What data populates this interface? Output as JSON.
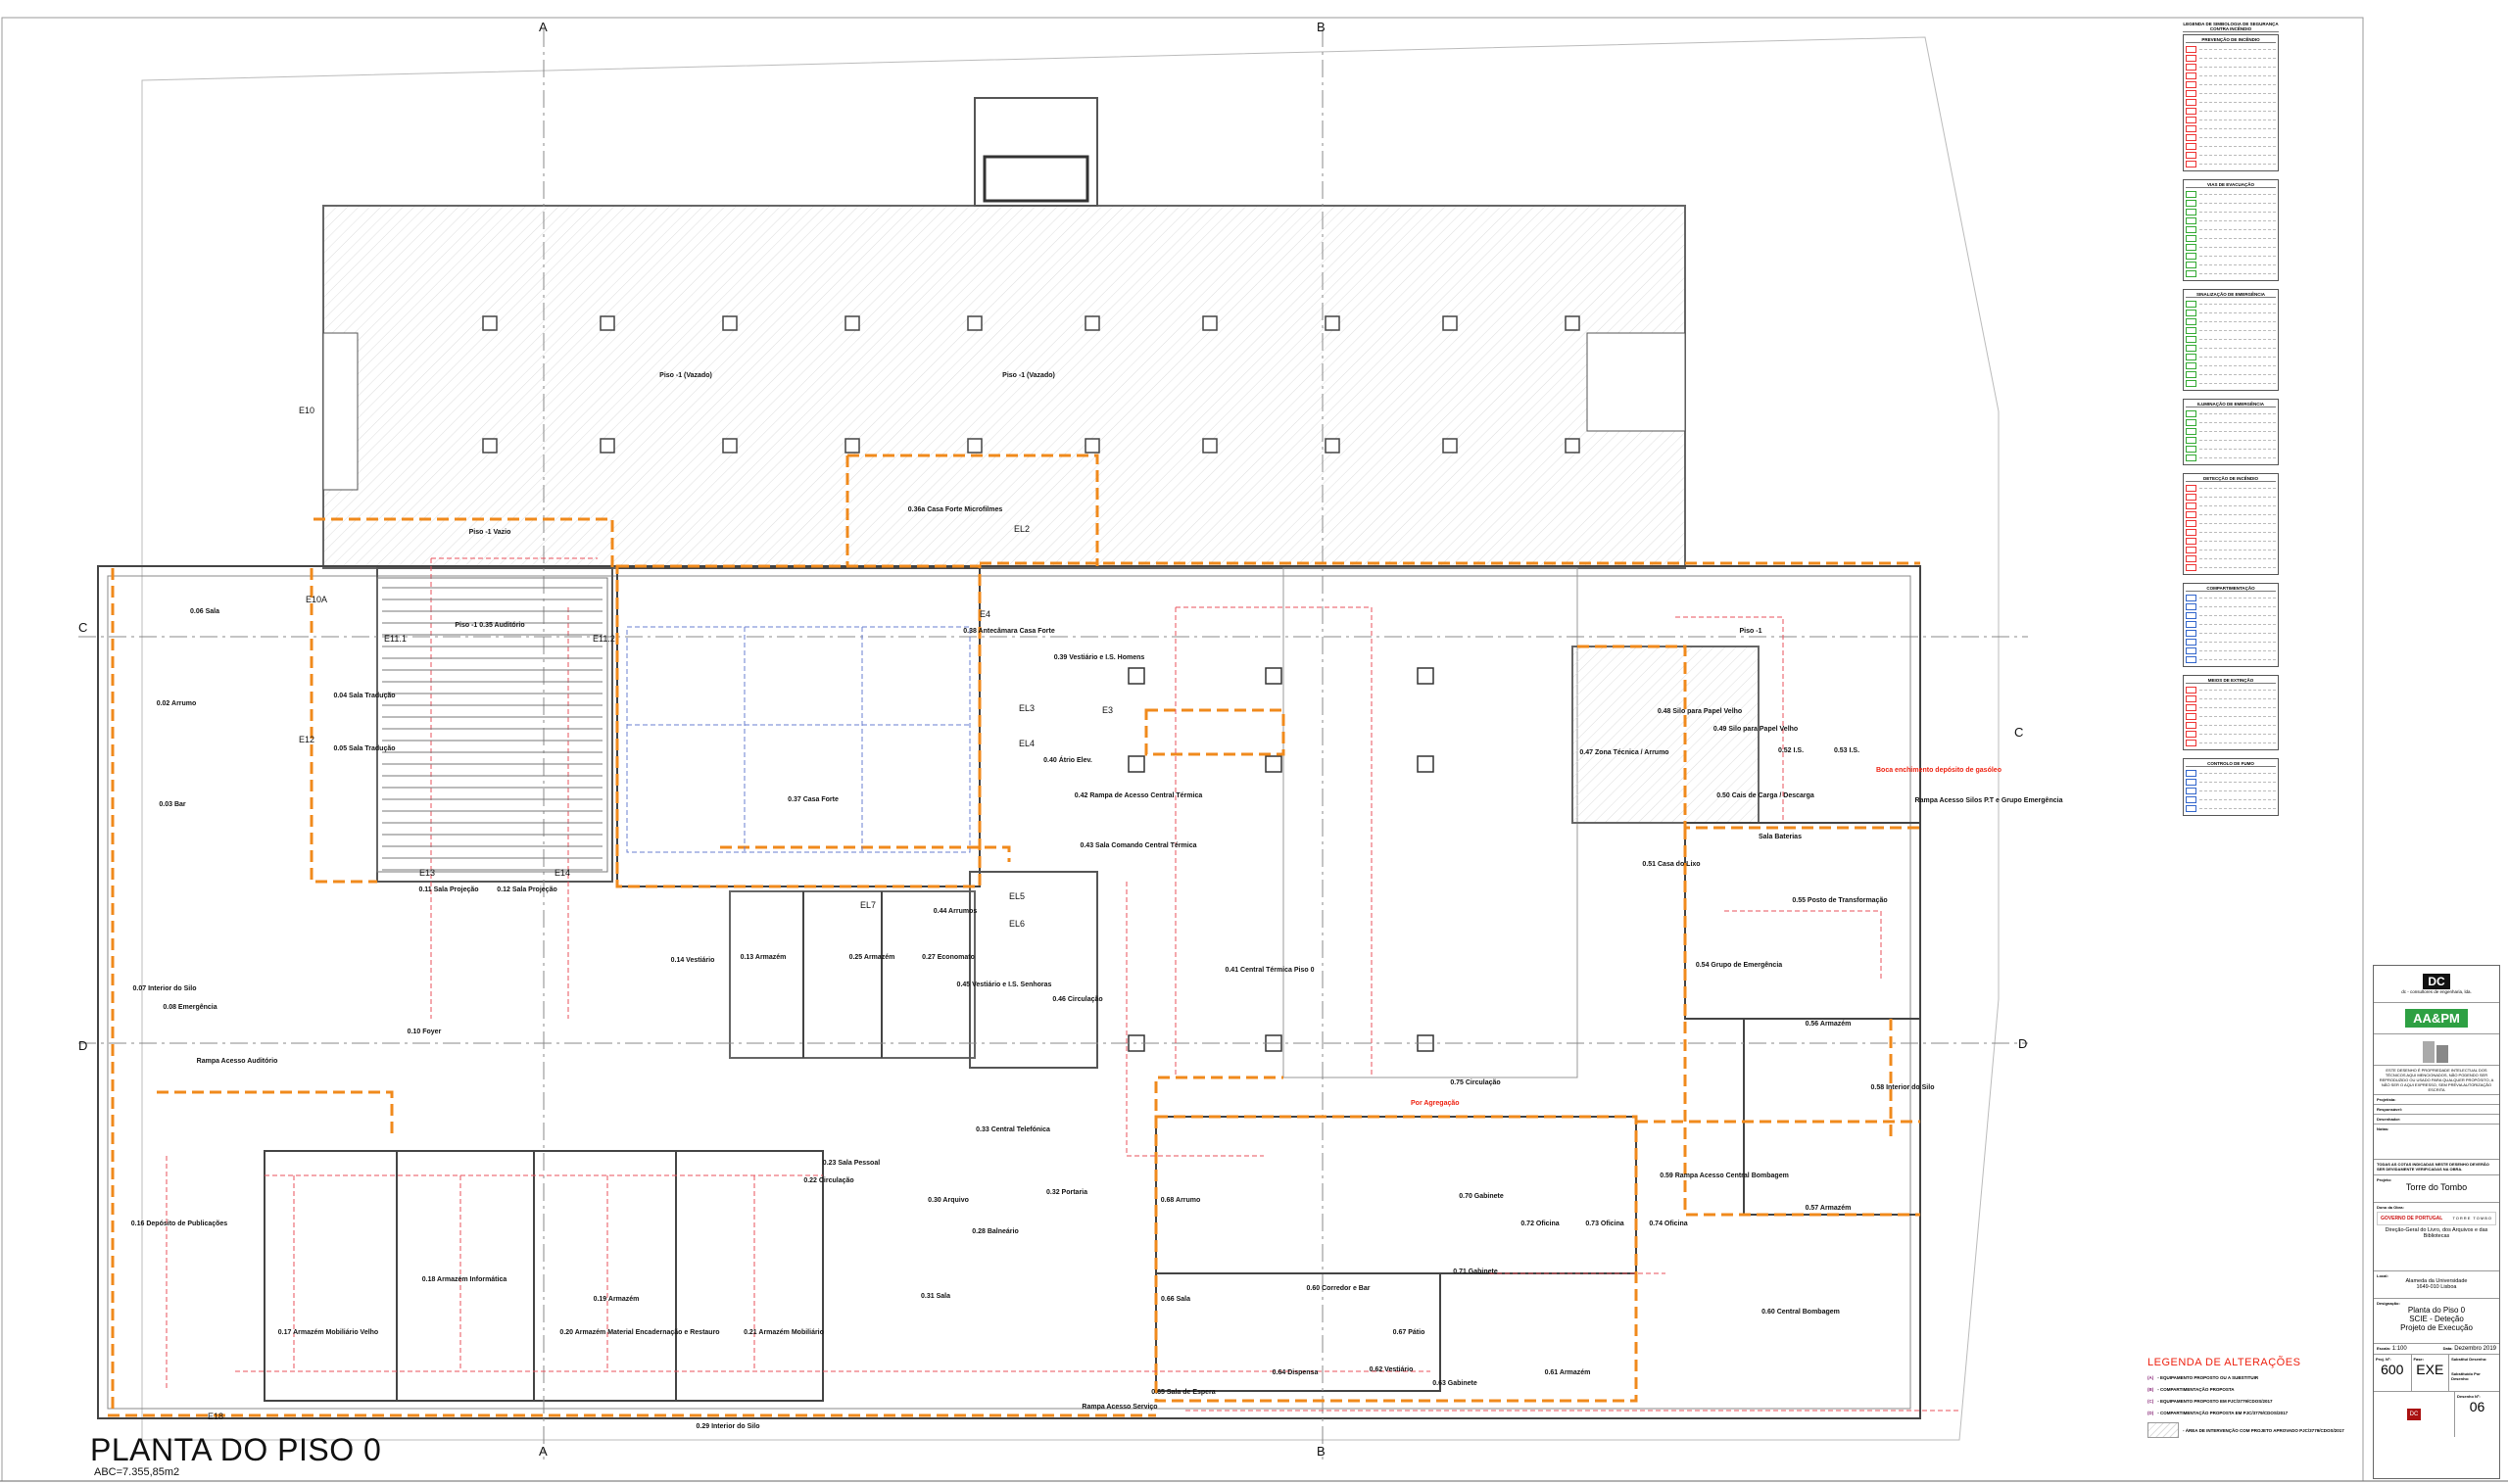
{
  "drawing": {
    "title": "PLANTA DO PISO 0",
    "area": "ABC=7.355,85m2",
    "section_marks": {
      "a": "A",
      "b": "B",
      "c": "C",
      "d": "D"
    },
    "stair_labels": [
      "E10",
      "E10A",
      "E11.1",
      "E11.2",
      "E12",
      "E13",
      "E14",
      "E3",
      "E4",
      "EL2",
      "EL3",
      "EL4",
      "EL5",
      "EL6",
      "EL7",
      "E18"
    ],
    "rooms": [
      "Piso -1 (Vazado)",
      "Piso -1 (Vazado)",
      "0.36a Casa Forte Microfilmes",
      "Piso -1 Vazio",
      "Piso -1 0.35 Auditório",
      "0.37 Casa Forte",
      "0.04 Sala Tradução",
      "0.05 Sala Tradução",
      "0.11 Sala Projeção",
      "0.12 Sala Projeção",
      "0.38 Antecâmara Casa Forte",
      "0.39 Vestiário e I.S. Homens",
      "0.40 Átrio Elev.",
      "0.42 Rampa de Acesso Central Térmica",
      "0.43 Sala Comando Central Térmica",
      "0.41 Central Térmica Piso 0",
      "0.44 Arrumos",
      "0.45 Vestiário e I.S. Senhoras",
      "0.46 Circulação",
      "Piso -1",
      "0.47 Zona Técnica / Arrumo",
      "0.48 Silo para Papel Velho",
      "0.49 Silo para Papel Velho",
      "0.52 I.S.",
      "0.53 I.S.",
      "0.50 Cais de Carga / Descarga",
      "0.51 Casa do Lixo",
      "Sala Baterias",
      "0.55 Posto de Transformação",
      "0.54 Grupo de Emergência",
      "Rampa Acesso Silos P.T e Grupo Emergência",
      "0.56 Armazém",
      "0.57 Armazém",
      "0.58 Interior do Silo",
      "0.60 Central Bombagem",
      "0.61 Armazém",
      "0.59 Rampa Acesso Central Bombagem",
      "0.60 Corredor e Bar",
      "0.67 Pátio",
      "0.64 Dispensa",
      "0.65 Sala de Espera",
      "0.66 Sala",
      "0.68 Arrumo",
      "0.70 Gabinete",
      "0.71 Gabinete",
      "0.72 Oficina",
      "0.73 Oficina",
      "0.74 Oficina",
      "0.62 Vestiário",
      "0.63 Gabinete",
      "0.75 Circulação",
      "0.16 Depósito de Publicações",
      "0.17 Armazém Mobiliário Velho",
      "0.18 Armazém Informática",
      "0.19 Armazém",
      "0.20 Armazém Material Encadernação e Restauro",
      "0.21 Armazém Mobiliário",
      "0.29 Interior do Silo",
      "0.22 Circulação",
      "0.23 Sala Pessoal",
      "0.30 Arquivo",
      "0.31 Sala",
      "0.28 Balneário",
      "0.32 Portaria",
      "0.33 Central Telefónica",
      "0.06 Sala",
      "0.02 Arrumo",
      "0.03 Bar",
      "0.07 Interior do Silo",
      "0.08 Emergência",
      "0.10 Foyer",
      "Rampa Acesso Auditório",
      "0.13 Armazém",
      "0.14 Vestiário",
      "0.25 Armazém",
      "0.27 Economato",
      "Rampa Acesso Serviço"
    ],
    "annotation_red": "Boca enchimento depósito de gasóleo",
    "annotation_b": "Por Agregação"
  },
  "legend": {
    "title": "LEGENDA DE SIMBOLOGIA DE SEGURANÇA CONTRA INCÊNDIO",
    "sections": [
      "PREVENÇÃO DE INCÊNDIO",
      "VIAS DE EVACUAÇÃO",
      "SINALIZAÇÃO DE EMERGÊNCIA",
      "ILUMINAÇÃO DE EMERGÊNCIA",
      "DETECÇÃO DE INCÊNDIO",
      "COMPARTIMENTAÇÃO",
      "MEIOS DE EXTINÇÃO",
      "CONTROLO DE FUMO"
    ]
  },
  "alteracoes": {
    "title": "LEGENDA DE ALTERAÇÕES",
    "items": [
      {
        "key": "(A)",
        "text": "- EQUIPAMENTO PROPOSTO OU A SUBSTITUIR"
      },
      {
        "key": "(B)",
        "text": "- COMPARTIMENTAÇÃO PROPOSTA"
      },
      {
        "key": "(C)",
        "text": "- EQUIPAMENTO PROPOSTO EM PJC/3779/CDOS/2017"
      },
      {
        "key": "(D)",
        "text": "- COMPARTIMENTAÇÃO PROPOSTA EM PJC/3779/CDOS/2017"
      }
    ],
    "hatch_text": "- ÁREA DE INTERVENÇÃO COM PROJETO APROVADO PJC/3779/CDOS/2017"
  },
  "title_block": {
    "logo_dc": "DC",
    "company_dc": "dc - consultores de engenharia, lda.",
    "logo_aapm": "AA&PM",
    "notice": "ESTE DESENHO É PROPRIEDADE INTELECTUAL DOS TÉCNICOS AQUI MENCIONADOS, NÃO PODENDO SER REPRODUZIDO OU USADO PARA QUALQUER PROPÓSITO, A NÃO SER O AQUI EXPRESSO, SEM PRÉVIA AUTORIZAÇÃO ESCRITA",
    "projetista_label": "Projetista:",
    "responsavel_label": "Responsável:",
    "desenhador_label": "Desenhador:",
    "notas_label": "Notas:",
    "cotas_note": "TODAS AS COTAS INDICADAS NESTE DESENHO DEVERÃO SER DEVIDAMENTE VERIFICADAS NA OBRA.",
    "projeto_label": "Projeto:",
    "projeto": "Torre do Tombo",
    "dono_label": "Dono da Obra:",
    "gov_logo": "GOVERNO DE PORTUGAL",
    "tt_logo": "TORRE TOMBO",
    "dono": "Direção-Geral do Livro, dos Arquivos e das Bibliotecas",
    "local_label": "Local:",
    "local_1": "Alameda da Universidade",
    "local_2": "1649-010 Lisboa",
    "designacao_label": "Designação:",
    "designacao_1": "Planta do Piso 0",
    "designacao_2": "SCIE - Deteção",
    "designacao_3": "Projeto de Execução",
    "escala_label": "Escala:",
    "escala": "1:100",
    "data_label": "Data:",
    "data": "Dezembro 2019",
    "proj_n_label": "Proj. Nº:",
    "proj_n": "600",
    "fase_label": "Fase:",
    "fase": "EXE",
    "substitui_label": "Substitui Desenho:",
    "substituido_label": "Substituído Por Desenho:",
    "desenho_n_label": "Desenho Nº:",
    "desenho_n": "06"
  },
  "colors": {
    "zone": "#f08a1c",
    "detector": "#e8505b",
    "wall": "#444",
    "green": "#3a3",
    "blue": "#2a5fc0"
  }
}
